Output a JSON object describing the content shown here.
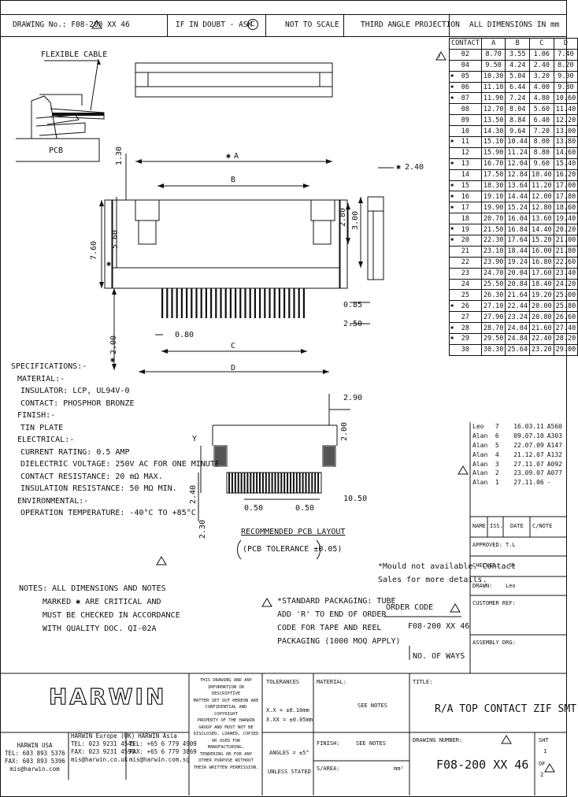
{
  "header": {
    "drawing_no": "DRAWING No.: F08-200 XX 46",
    "if_in_doubt": "IF IN DOUBT - ASK",
    "copyright_symbol": "C",
    "not_to_scale": "NOT TO SCALE",
    "projection": "THIRD ANGLE PROJECTION",
    "dimensions": "ALL DIMENSIONS IN mm"
  },
  "dims_table": {
    "headers": [
      "CONTACT",
      "A",
      "B",
      "C",
      "D"
    ],
    "rows": [
      {
        "mark": "tri",
        "c": "02",
        "a": "8.70",
        "b": "3.55",
        "cc": "1.06",
        "d": "7.40"
      },
      {
        "mark": "",
        "c": "04",
        "a": "9.50",
        "b": "4.24",
        "cc": "2.40",
        "d": "8.20"
      },
      {
        "mark": "star",
        "c": "05",
        "a": "10.30",
        "b": "5.04",
        "cc": "3.20",
        "d": "9.00"
      },
      {
        "mark": "star",
        "c": "06",
        "a": "11.10",
        "b": "6.44",
        "cc": "4.00",
        "d": "9.80"
      },
      {
        "mark": "star",
        "c": "07",
        "a": "11.90",
        "b": "7.24",
        "cc": "4.80",
        "d": "10.60"
      },
      {
        "mark": "",
        "c": "08",
        "a": "12.70",
        "b": "8.04",
        "cc": "5.60",
        "d": "11.40"
      },
      {
        "mark": "",
        "c": "09",
        "a": "13.50",
        "b": "8.84",
        "cc": "6.40",
        "d": "12.20"
      },
      {
        "mark": "",
        "c": "10",
        "a": "14.30",
        "b": "9.64",
        "cc": "7.20",
        "d": "13.00"
      },
      {
        "mark": "star",
        "c": "11",
        "a": "15.10",
        "b": "10.44",
        "cc": "8.00",
        "d": "13.80"
      },
      {
        "mark": "",
        "c": "12",
        "a": "15.90",
        "b": "11.24",
        "cc": "8.80",
        "d": "14.60"
      },
      {
        "mark": "star",
        "c": "13",
        "a": "16.70",
        "b": "12.04",
        "cc": "9.60",
        "d": "15.40"
      },
      {
        "mark": "",
        "c": "14",
        "a": "17.50",
        "b": "12.84",
        "cc": "10.40",
        "d": "16.20"
      },
      {
        "mark": "star",
        "c": "15",
        "a": "18.30",
        "b": "13.64",
        "cc": "11.20",
        "d": "17.00"
      },
      {
        "mark": "star",
        "c": "16",
        "a": "19.10",
        "b": "14.44",
        "cc": "12.00",
        "d": "17.80"
      },
      {
        "mark": "star",
        "c": "17",
        "a": "19.90",
        "b": "15.24",
        "cc": "12.80",
        "d": "18.60"
      },
      {
        "mark": "",
        "c": "18",
        "a": "20.70",
        "b": "16.04",
        "cc": "13.60",
        "d": "19.40"
      },
      {
        "mark": "star",
        "c": "19",
        "a": "21.50",
        "b": "16.84",
        "cc": "14.40",
        "d": "20.20"
      },
      {
        "mark": "star",
        "c": "20",
        "a": "22.30",
        "b": "17.64",
        "cc": "15.20",
        "d": "21.00"
      },
      {
        "mark": "",
        "c": "21",
        "a": "23.10",
        "b": "18.44",
        "cc": "16.00",
        "d": "21.80"
      },
      {
        "mark": "",
        "c": "22",
        "a": "23.90",
        "b": "19.24",
        "cc": "16.80",
        "d": "22.60"
      },
      {
        "mark": "",
        "c": "23",
        "a": "24.70",
        "b": "20.04",
        "cc": "17.60",
        "d": "23.40"
      },
      {
        "mark": "",
        "c": "24",
        "a": "25.50",
        "b": "20.84",
        "cc": "18.40",
        "d": "24.20"
      },
      {
        "mark": "",
        "c": "25",
        "a": "26.30",
        "b": "21.64",
        "cc": "19.20",
        "d": "25.00"
      },
      {
        "mark": "star",
        "c": "26",
        "a": "27.10",
        "b": "22.44",
        "cc": "20.00",
        "d": "25.80"
      },
      {
        "mark": "",
        "c": "27",
        "a": "27.90",
        "b": "23.24",
        "cc": "20.80",
        "d": "26.60"
      },
      {
        "mark": "star",
        "c": "28",
        "a": "28.70",
        "b": "24.04",
        "cc": "21.60",
        "d": "27.40"
      },
      {
        "mark": "star",
        "c": "29",
        "a": "29.50",
        "b": "24.84",
        "cc": "22.40",
        "d": "28.20"
      },
      {
        "mark": "",
        "c": "30",
        "a": "30.30",
        "b": "25.64",
        "cc": "23.20",
        "d": "29.00"
      }
    ]
  },
  "revisions": [
    {
      "name": "Leo",
      "iss": "7",
      "date": "16.03.11",
      "cn": "A560"
    },
    {
      "name": "Alan",
      "iss": "6",
      "date": "09.07.10",
      "cn": "A303"
    },
    {
      "name": "Alan",
      "iss": "5",
      "date": "22.07.09",
      "cn": "A147"
    },
    {
      "name": "Alan",
      "iss": "4",
      "date": "21.12.07",
      "cn": "A132"
    },
    {
      "name": "Alan",
      "iss": "3",
      "date": "27.11.07",
      "cn": "A092"
    },
    {
      "name": "Alan",
      "iss": "2",
      "date": "23.09.07",
      "cn": "A077"
    },
    {
      "name": "Alan",
      "iss": "1",
      "date": "27.11.06",
      "cn": "-"
    }
  ],
  "rev_headers": {
    "name": "NAME",
    "iss": "ISS.",
    "date": "DATE",
    "cn": "C/NOTE"
  },
  "approvals": {
    "approved_label": "APPROVED:",
    "approved_value": "T.L",
    "checked_label": "CHECKED:",
    "checked_value": "Sk",
    "drawn_label": "DRAWN:",
    "drawn_value": "Leo",
    "customer_ref_label": "CUSTOMER REF:",
    "assembly_drg_label": "ASSEMBLY DRG:"
  },
  "drawing": {
    "flexible_cable": "FLEXIBLE CABLE",
    "pcb": "PCB",
    "dim_A": "A",
    "dim_B": "B",
    "dim_C": "C",
    "dim_D": "D",
    "star": "✱",
    "d_130": "1.30",
    "d_760": "7.60",
    "d_560": "5.60",
    "d_200_left": "2.00",
    "d_240_side": "2.40",
    "d_280": "2.80",
    "d_300": "3.00",
    "d_085": "0.85",
    "d_250": "2.50",
    "d_080": "0.80",
    "d_290": "2.90",
    "d_200_pcb": "2.00",
    "d_240_pcb": "2.40",
    "d_230": "2.30",
    "d_050a": "0.50",
    "d_050b": "0.50",
    "d_1050": "10.50",
    "y_label": "Y",
    "pcb_layout": "RECOMMENDED PCB LAYOUT",
    "pcb_tolerance": "(PCB TOLERANCE ±0.05)"
  },
  "specifications": [
    "SPECIFICATIONS:-",
    "MATERIAL:-",
    "INSULATOR: LCP, UL94V-0",
    "CONTACT: PHOSPHOR BRONZE",
    "FINISH:-",
    "TIN PLATE",
    "ELECTRICAL:-",
    "CURRENT RATING: 0.5 AMP",
    "DIELECTRIC VOLTAGE: 250V AC FOR ONE MINUTE",
    "CONTACT RESISTANCE: 20 mΩ MAX.",
    "INSULATION RESISTANCE: 50 MΩ MIN.",
    "ENVIRONMENTAL:-",
    "OPERATION TEMPERATURE: -40°C TO +85°C"
  ],
  "notes": [
    "NOTES: ALL DIMENSIONS AND NOTES",
    "MARKED ✱ ARE CRITICAL AND",
    "MUST BE CHECKED IN ACCORDANCE",
    "WITH QUALITY DOC. QI-02A"
  ],
  "mould_note": [
    "*Mould not available. Contact",
    "Sales for more details."
  ],
  "packaging": [
    "*STANDARD PACKAGING: TUBE",
    "ADD 'R' TO END OF ORDER",
    "CODE FOR TAPE AND REEL",
    "PACKAGING (1000 MOQ APPLY)"
  ],
  "order_code": {
    "label": "ORDER CODE",
    "code": "F08-200 XX 46",
    "ways": "NO. OF WAYS"
  },
  "title_block": {
    "logo": "HARWIN",
    "usa_title": "HARWIN USA",
    "usa_tel": "TEL: 603 893 5376",
    "usa_fax": "FAX: 603 893 5396",
    "usa_email": "mis@harwin.com",
    "uk_title": "HARWIN Europe (UK)",
    "uk_tel": "TEL: 023 9231 4545",
    "uk_fax": "FAX: 023 9231 4590",
    "uk_email": "mis@harwin.co.uk",
    "asia_title": "HARWIN Asia",
    "asia_tel": "TEL: +65 6 779 4909",
    "asia_fax": "FAX: +65 6 779 3869",
    "asia_email": "mis@harwin.com.sg",
    "confidential": [
      "THIS DRAWING AND ANY",
      "INFORMATION OR DESCRIPTIVE",
      "MATTER SET OUT HEREON ARE",
      "CONFIDENTIAL AND COPYRIGHT",
      "PROPERTY OF THE HARWIN",
      "GROUP AND MUST NOT BE",
      "DISCLOSED, LOANED, COPIED",
      "OR USED FOR MANUFACTURING,",
      "TENDERING OR FOR ANY",
      "OTHER PURPOSE WITHOUT",
      "THEIR WRITTEN PERMISSION."
    ],
    "tolerances_label": "TOLERANCES",
    "tol_1": "X.X = ±0.10mm",
    "tol_2": "X.XX = ±0.05mm",
    "angles": "ANGLES = ±5°",
    "unless": "UNLESS STATED",
    "material_label": "MATERIAL:",
    "material_value": "SEE NOTES",
    "finish_label": "FINISH:",
    "finish_value": "SEE NOTES",
    "sarea_label": "S/AREA:",
    "sarea_unit": "mm²",
    "title_label": "TITLE:",
    "title_value": "R/A TOP CONTACT ZIF SMT",
    "drawing_number_label": "DRAWING NUMBER:",
    "drawing_number": "F08-200 XX 46",
    "sht_label": "SHT",
    "sht_num": "1",
    "of_label": "OF",
    "of_num": "2",
    "rev_mark": "7"
  }
}
